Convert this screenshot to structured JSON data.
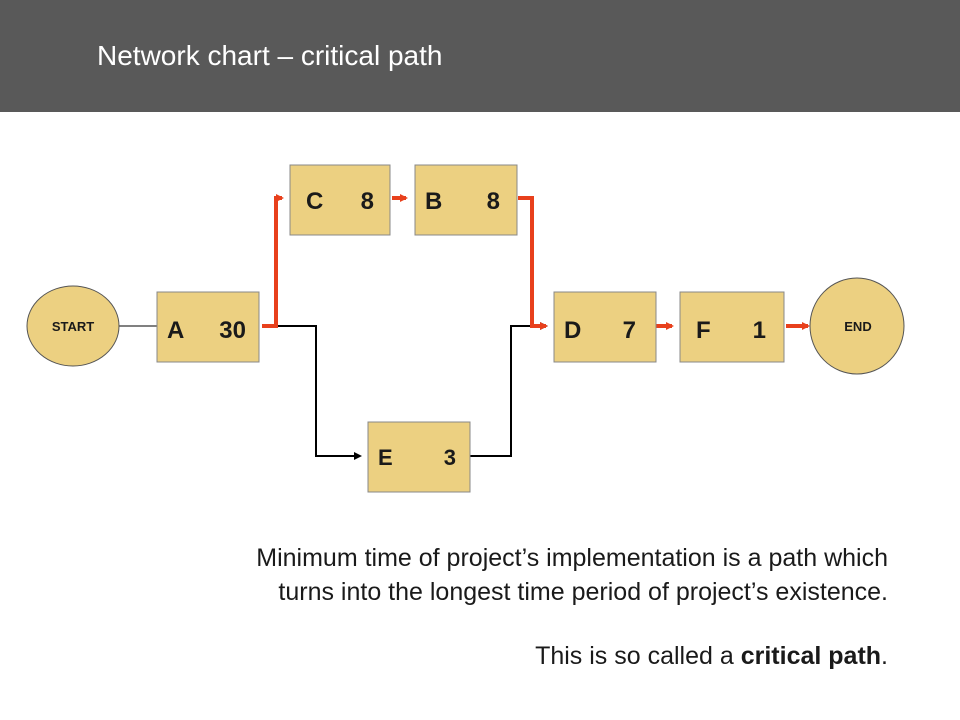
{
  "title": "Network chart – critical path",
  "colors": {
    "header_bg": "#595959",
    "node_fill": "#ecd081",
    "critical_path": "#e8401c",
    "normal_path": "#000000"
  },
  "nodes": {
    "start": "START",
    "end": "END",
    "a": {
      "name": "A",
      "duration": "30"
    },
    "c": {
      "name": "C",
      "duration": "8"
    },
    "b": {
      "name": "B",
      "duration": "8"
    },
    "d": {
      "name": "D",
      "duration": "7"
    },
    "f": {
      "name": "F",
      "duration": "1"
    },
    "e": {
      "name": "E",
      "duration": "3"
    }
  },
  "caption": {
    "line1": "Minimum time of project’s implementation is a path which",
    "line2": "turns into the longest time period of project’s existence.",
    "line3_prefix": "This is so called a ",
    "line3_bold": "critical path",
    "line3_suffix": "."
  }
}
